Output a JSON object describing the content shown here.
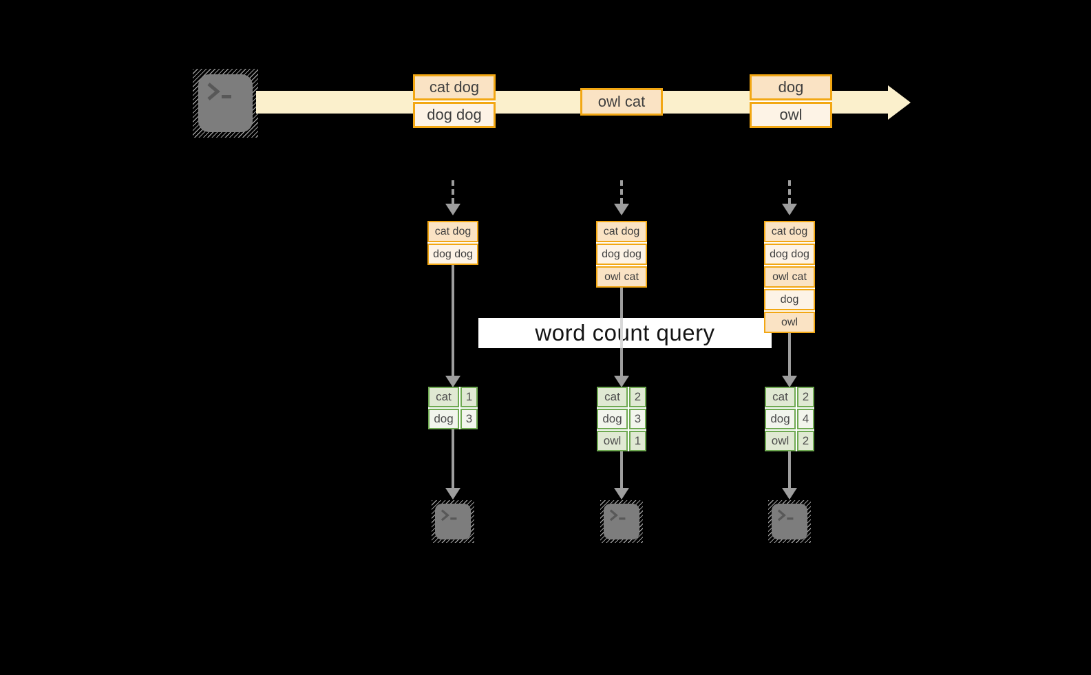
{
  "query_banner": "word count query",
  "stream": {
    "events": [
      {
        "lines": [
          "cat dog",
          "dog dog"
        ]
      },
      {
        "lines": [
          "owl cat"
        ]
      },
      {
        "lines": [
          "dog",
          "owl"
        ]
      }
    ]
  },
  "micro_batches": [
    {
      "records": [
        "cat dog",
        "dog dog"
      ],
      "word_counts": [
        {
          "word": "cat",
          "count": "1"
        },
        {
          "word": "dog",
          "count": "3"
        }
      ]
    },
    {
      "records": [
        "cat dog",
        "dog dog",
        "owl cat"
      ],
      "word_counts": [
        {
          "word": "cat",
          "count": "2"
        },
        {
          "word": "dog",
          "count": "3"
        },
        {
          "word": "owl",
          "count": "1"
        }
      ]
    },
    {
      "records": [
        "cat dog",
        "dog dog",
        "owl cat",
        "dog",
        "owl"
      ],
      "word_counts": [
        {
          "word": "cat",
          "count": "2"
        },
        {
          "word": "dog",
          "count": "4"
        },
        {
          "word": "owl",
          "count": "2"
        }
      ]
    }
  ],
  "icons": {
    "source": "terminal-prompt",
    "sinks": [
      "terminal-prompt",
      "terminal-prompt",
      "terminal-prompt"
    ]
  },
  "colors": {
    "background": "#000000",
    "stream_band": "#fbf0cc",
    "event_border": "#f2a713",
    "event_fill_dark": "#fae3c4",
    "event_fill_light": "#fdf3e6",
    "table_border": "#6ea951",
    "table_fill_dark": "#e0e9d3",
    "table_fill_light": "#f2f5ed",
    "arrow": "#9e9e9e",
    "terminal": "#7d7d7d",
    "banner_bg": "#ffffff"
  }
}
